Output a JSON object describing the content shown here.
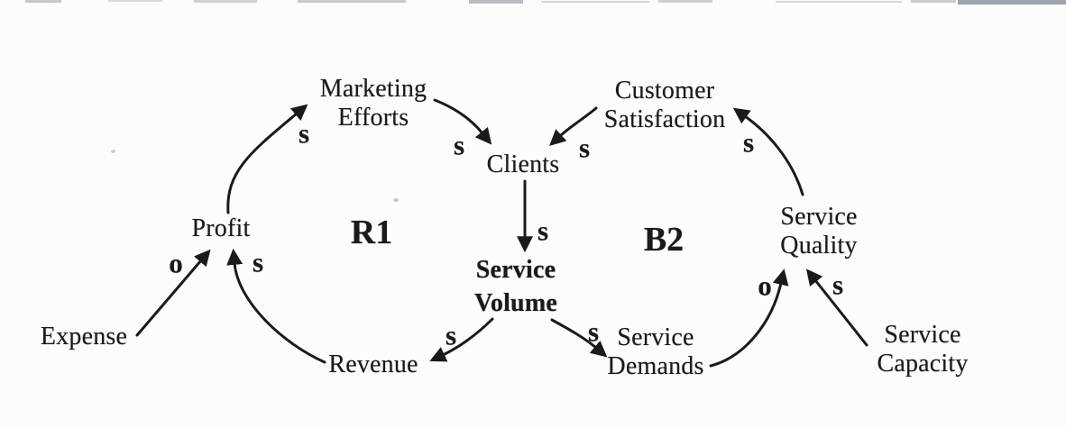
{
  "diagram": {
    "nodes": [
      {
        "id": "marketing-efforts",
        "label": "Marketing\nEfforts"
      },
      {
        "id": "customer-satisfaction",
        "label": "Customer\nSatisfaction"
      },
      {
        "id": "clients",
        "label": "Clients"
      },
      {
        "id": "profit",
        "label": "Profit"
      },
      {
        "id": "service-quality",
        "label": "Service\nQuality"
      },
      {
        "id": "service-volume",
        "label": "Service\nVolume"
      },
      {
        "id": "expense",
        "label": "Expense"
      },
      {
        "id": "revenue",
        "label": "Revenue"
      },
      {
        "id": "service-demands",
        "label": "Service\nDemands"
      },
      {
        "id": "service-capacity",
        "label": "Service\nCapacity"
      }
    ],
    "loops": [
      {
        "id": "R1",
        "label": "R1"
      },
      {
        "id": "B2",
        "label": "B2"
      }
    ],
    "edges": [
      {
        "from": "profit",
        "to": "marketing-efforts",
        "polarity": "s"
      },
      {
        "from": "marketing-efforts",
        "to": "clients",
        "polarity": "s"
      },
      {
        "from": "customer-satisfaction",
        "to": "clients",
        "polarity": "s"
      },
      {
        "from": "clients",
        "to": "service-volume",
        "polarity": "s"
      },
      {
        "from": "service-volume",
        "to": "revenue",
        "polarity": "s"
      },
      {
        "from": "revenue",
        "to": "profit",
        "polarity": "s"
      },
      {
        "from": "expense",
        "to": "profit",
        "polarity": "o"
      },
      {
        "from": "service-volume",
        "to": "service-demands",
        "polarity": "s"
      },
      {
        "from": "service-demands",
        "to": "service-quality",
        "polarity": "o"
      },
      {
        "from": "service-capacity",
        "to": "service-quality",
        "polarity": "s"
      },
      {
        "from": "service-quality",
        "to": "customer-satisfaction",
        "polarity": "s"
      }
    ],
    "colors": {
      "ink": "#1a1a1a",
      "background": "#fcfcfb"
    }
  }
}
